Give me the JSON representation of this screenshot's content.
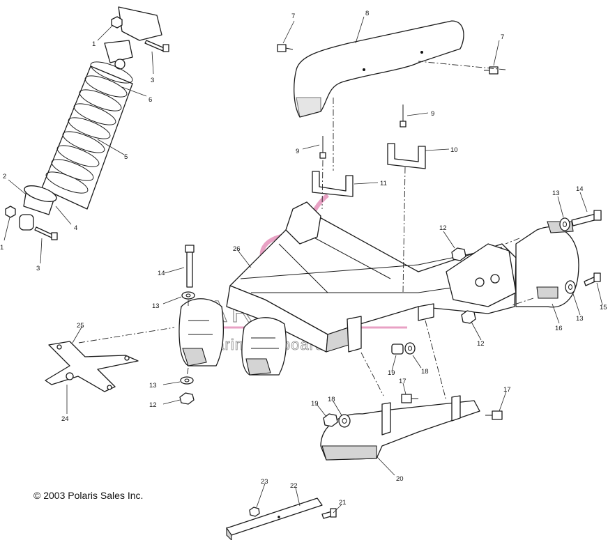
{
  "diagram": {
    "copyright": "© 2003 Polaris Sales Inc.",
    "watermark": {
      "title": "ARMADA",
      "subtitle": "marine outboards",
      "accent_color": "#e8a1c4"
    },
    "callouts": [
      {
        "id": "c1a",
        "text": "1"
      },
      {
        "id": "c1b",
        "text": "1"
      },
      {
        "id": "c2",
        "text": "2"
      },
      {
        "id": "c3a",
        "text": "3"
      },
      {
        "id": "c3b",
        "text": "3"
      },
      {
        "id": "c4",
        "text": "4"
      },
      {
        "id": "c5",
        "text": "5"
      },
      {
        "id": "c6",
        "text": "6"
      },
      {
        "id": "c7a",
        "text": "7"
      },
      {
        "id": "c7b",
        "text": "7"
      },
      {
        "id": "c8",
        "text": "8"
      },
      {
        "id": "c9a",
        "text": "9"
      },
      {
        "id": "c9b",
        "text": "9"
      },
      {
        "id": "c10",
        "text": "10"
      },
      {
        "id": "c11",
        "text": "11"
      },
      {
        "id": "c12a",
        "text": "12"
      },
      {
        "id": "c12b",
        "text": "12"
      },
      {
        "id": "c12c",
        "text": "12"
      },
      {
        "id": "c13a",
        "text": "13"
      },
      {
        "id": "c13b",
        "text": "13"
      },
      {
        "id": "c13c",
        "text": "13"
      },
      {
        "id": "c13d",
        "text": "13"
      },
      {
        "id": "c14a",
        "text": "14"
      },
      {
        "id": "c14b",
        "text": "14"
      },
      {
        "id": "c15",
        "text": "15"
      },
      {
        "id": "c16",
        "text": "16"
      },
      {
        "id": "c17a",
        "text": "17"
      },
      {
        "id": "c17b",
        "text": "17"
      },
      {
        "id": "c18a",
        "text": "18"
      },
      {
        "id": "c18b",
        "text": "18"
      },
      {
        "id": "c19a",
        "text": "19"
      },
      {
        "id": "c19b",
        "text": "19"
      },
      {
        "id": "c20",
        "text": "20"
      },
      {
        "id": "c21",
        "text": "21"
      },
      {
        "id": "c22",
        "text": "22"
      },
      {
        "id": "c23",
        "text": "23"
      },
      {
        "id": "c24",
        "text": "24"
      },
      {
        "id": "c25",
        "text": "25"
      },
      {
        "id": "c26",
        "text": "26"
      }
    ]
  }
}
